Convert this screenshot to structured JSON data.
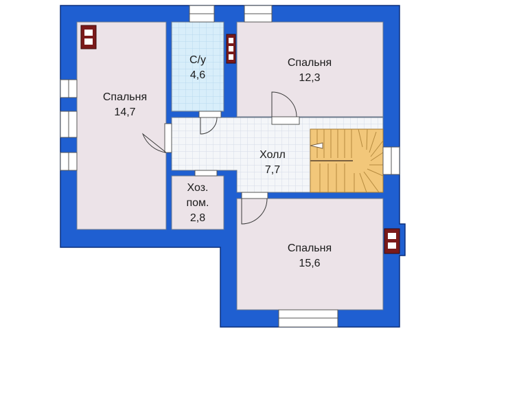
{
  "colors": {
    "wall": "#1f5fd1",
    "wall_edge": "#0b2f7a",
    "bedroom_floor": "#ece3e8",
    "bath_floor": "#d8eefa",
    "hall_floor": "#f2f5f8",
    "stair": "#f2c77a",
    "window_frame": "#ffffff",
    "chimney": "#7a1a1a"
  },
  "rooms": {
    "bedroom_left": {
      "name": "Спальня",
      "area": "14,7"
    },
    "bathroom": {
      "name": "С/у",
      "area": "4,6"
    },
    "bedroom_top_right": {
      "name": "Спальня",
      "area": "12,3"
    },
    "hall": {
      "name": "Холл",
      "area": "7,7"
    },
    "utility": {
      "name_line1": "Хоз.",
      "name_line2": "пом.",
      "area": "2,8"
    },
    "bedroom_bottom": {
      "name": "Спальня",
      "area": "15,6"
    }
  },
  "icons": {
    "chimney": "chimney-icon",
    "window": "window-icon",
    "door": "door-swing-icon",
    "stairs": "staircase-icon"
  }
}
